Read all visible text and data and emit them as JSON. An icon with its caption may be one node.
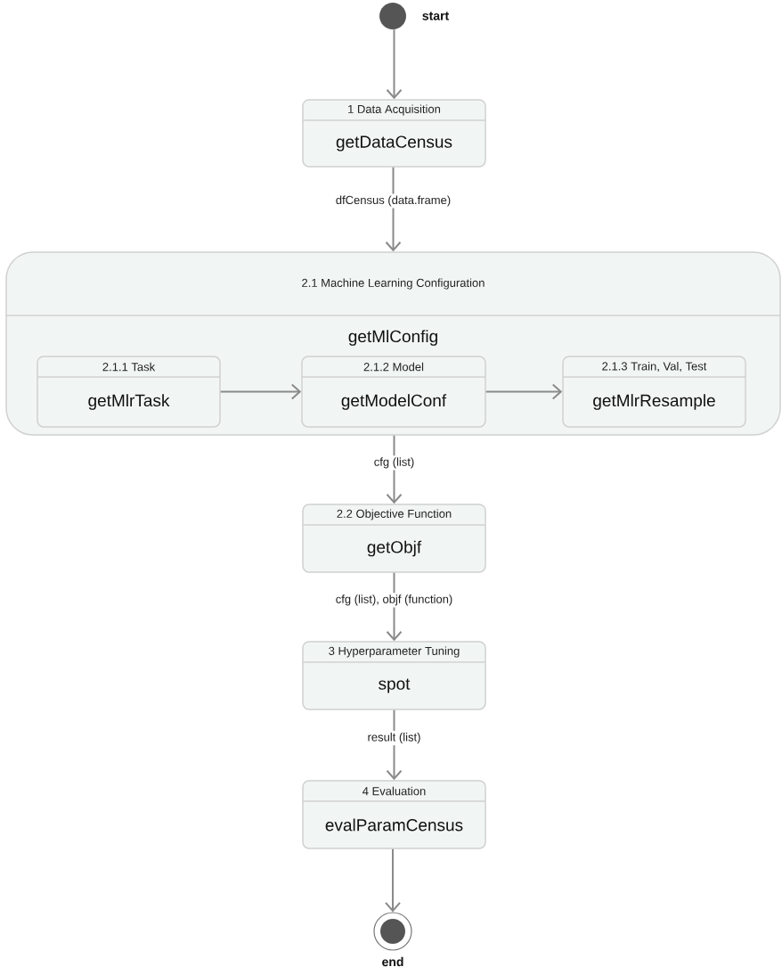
{
  "diagram": {
    "nodes": [
      {
        "text": [],
        "shape": "circle",
        "beside": [
          "start"
        ]
      },
      {
        "text": [
          "1 Data Acquisition",
          "getDataCensus"
        ]
      },
      {
        "text": [
          "2.1 Machine Learning Configuration",
          "getMlConfig"
        ]
      },
      {
        "text": [
          "2.1.1 Task",
          "getMlrTask"
        ],
        "in": 2
      },
      {
        "text": [
          "2.1.2 Model",
          "getModelConf"
        ],
        "in": 2
      },
      {
        "text": [
          "2.1.3 Train, Val, Test",
          "getMlrResample"
        ],
        "in": 2
      },
      {
        "text": [
          "2.2 Objective Function",
          "getObjf"
        ]
      },
      {
        "text": [
          "3 Hyperparameter Tuning",
          "spot"
        ]
      },
      {
        "text": [
          "4 Evaluation",
          "evalParamCensus"
        ]
      },
      {
        "text": [],
        "shape": "circle",
        "beside": [
          "end"
        ]
      }
    ],
    "edges": [
      {
        "from": 0,
        "to": 1,
        "arrow": "to"
      },
      {
        "from": 1,
        "to": 2,
        "arrow": "to",
        "label": "dfCensus (data.frame)"
      },
      {
        "from": 3,
        "to": 4,
        "arrow": "to"
      },
      {
        "from": 4,
        "to": 5,
        "arrow": "to"
      },
      {
        "from": 2,
        "to": 6,
        "arrow": "to",
        "label": "cfg (list)"
      },
      {
        "from": 6,
        "to": 7,
        "arrow": "to",
        "label": "cfg (list), objf (function)"
      },
      {
        "from": 7,
        "to": 8,
        "arrow": "to",
        "label": "result (list)"
      },
      {
        "from": 8,
        "to": 9,
        "arrow": "to"
      }
    ]
  }
}
